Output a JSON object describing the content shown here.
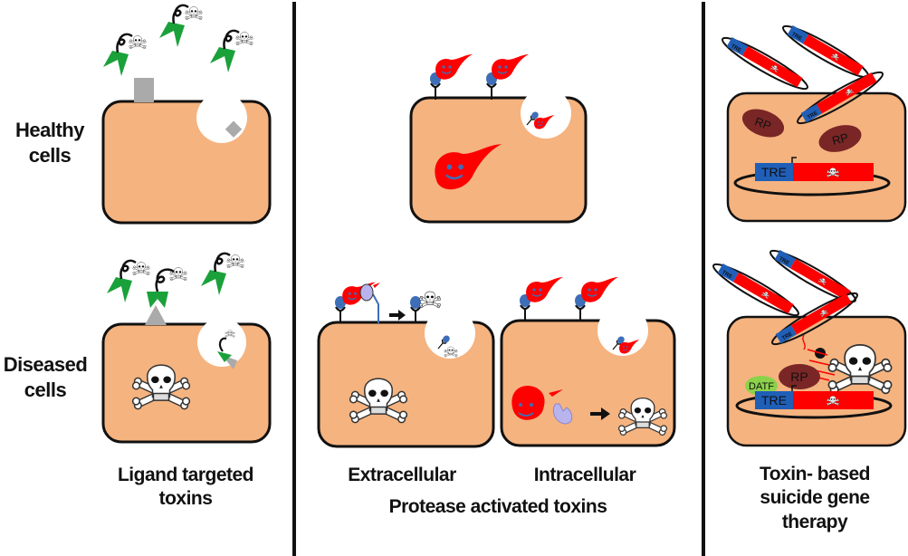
{
  "colors": {
    "cell_fill": "#f5b37f",
    "outline": "#000000",
    "ligand": "#1aa13a",
    "receptor": "#aaaaaa",
    "protoxin": "#ff0000",
    "receptor_head": "#3e6eb8",
    "protease": "#b9b4ee",
    "tre": "#1f5fb8",
    "gene": "#ff0000",
    "rp": "#7a2626",
    "datf": "#8bd24a"
  },
  "row_labels": {
    "healthy": [
      "Healthy",
      "cells"
    ],
    "diseased": [
      "Diseased",
      "cells"
    ]
  },
  "panels": {
    "ligand": {
      "caption": [
        "Ligand targeted",
        "toxins"
      ]
    },
    "protease": {
      "sub_extracellular": "Extracellular",
      "sub_intracellular": "Intracellular",
      "caption": "Protease activated toxins"
    },
    "suicide_gene": {
      "caption": [
        "Toxin- based",
        "suicide gene",
        "therapy"
      ],
      "promoter_label": "TRE",
      "rp_label": "RP",
      "datf_label": "DATF"
    }
  },
  "icons": {
    "toxin": "skull-crossbones",
    "ligand": "green-chevron",
    "receptor": "grey-square",
    "protoxin": "red-teardrop-face",
    "protease": "lilac-claw",
    "arrow": "right-arrow"
  }
}
